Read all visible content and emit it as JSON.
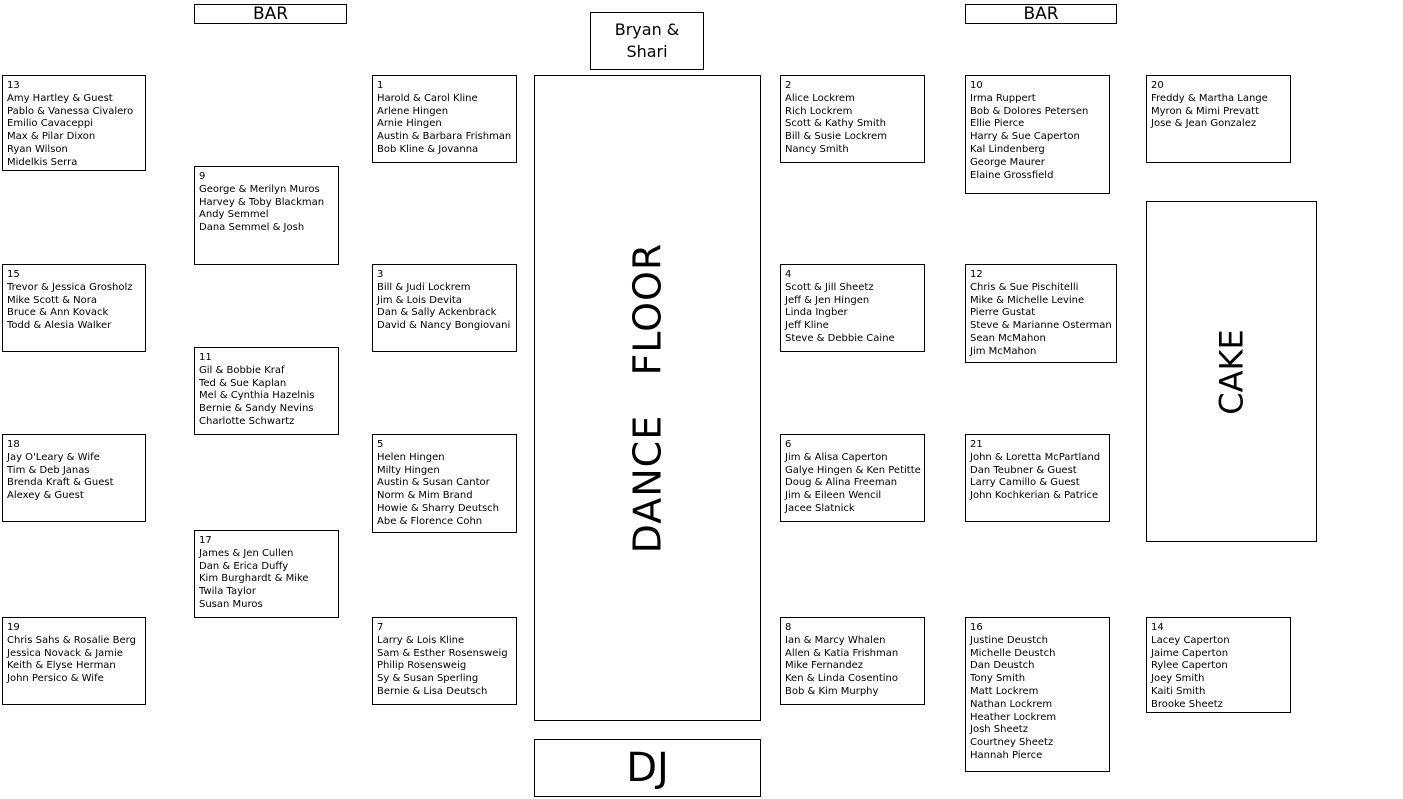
{
  "bars": {
    "left": "BAR",
    "right": "BAR"
  },
  "couple": {
    "line1": "Bryan &",
    "line2": "Shari"
  },
  "dance_floor": "DANCE   FLOOR",
  "dj": "DJ",
  "cake": "CAKE",
  "tables": {
    "t13": {
      "number": "13",
      "guests": [
        "Amy Hartley & Guest",
        "Pablo & Vanessa Civalero",
        "Emilio Cavaceppi",
        "Max & Pilar Dixon",
        "Ryan Wilson",
        "Midelkis Serra"
      ]
    },
    "t9": {
      "number": "9",
      "guests": [
        "George & Merilyn Muros",
        "Harvey & Toby Blackman",
        "Andy Semmel",
        "Dana Semmel & Josh"
      ]
    },
    "t1": {
      "number": "1",
      "guests": [
        "Harold & Carol Kline",
        "Arlene Hingen",
        "Arnie Hingen",
        "Austin & Barbara Frishman",
        "Bob Kline & Jovanna"
      ]
    },
    "t2": {
      "number": "2",
      "guests": [
        "Alice Lockrem",
        "Rich Lockrem",
        "Scott & Kathy Smith",
        "Bill & Susie Lockrem",
        "Nancy Smith"
      ]
    },
    "t10": {
      "number": "10",
      "guests": [
        "Irma Ruppert",
        "Bob & Dolores Petersen",
        "Ellie Pierce",
        "Harry & Sue Caperton",
        "Kal Lindenberg",
        "George Maurer",
        "Elaine Grossfield"
      ]
    },
    "t20": {
      "number": "20",
      "guests": [
        "Freddy & Martha Lange",
        "Myron & Mimi Prevatt",
        "Jose & Jean Gonzalez"
      ]
    },
    "t15": {
      "number": "15",
      "guests": [
        "Trevor & Jessica Grosholz",
        "Mike Scott & Nora",
        "Bruce & Ann Kovack",
        "Todd & Alesia Walker"
      ]
    },
    "t11": {
      "number": "11",
      "guests": [
        "Gil & Bobbie Kraf",
        "Ted & Sue Kaplan",
        "Mel & Cynthia Hazelnis",
        "Bernie & Sandy Nevins",
        "Charlotte Schwartz"
      ]
    },
    "t3": {
      "number": "3",
      "guests": [
        "Bill & Judi Lockrem",
        "Jim & Lois Devita",
        "Dan & Sally Ackenbrack",
        "David & Nancy Bongiovani"
      ]
    },
    "t4": {
      "number": "4",
      "guests": [
        "Scott & Jill Sheetz",
        "Jeff & Jen Hingen",
        "Linda Ingber",
        "Jeff Kline",
        "Steve & Debbie Caine"
      ]
    },
    "t12": {
      "number": "12",
      "guests": [
        "Chris & Sue Pischitelli",
        "Mike & Michelle Levine",
        "Pierre Gustat",
        "Steve & Marianne Osterman",
        "Sean McMahon",
        "Jim McMahon"
      ]
    },
    "t18": {
      "number": "18",
      "guests": [
        "Jay O'Leary & Wife",
        "Tim & Deb Janas",
        "Brenda Kraft & Guest",
        "Alexey & Guest"
      ]
    },
    "t17": {
      "number": "17",
      "guests": [
        "James & Jen Cullen",
        "Dan & Erica Duffy",
        "Kim Burghardt & Mike",
        "Twila Taylor",
        "Susan Muros"
      ]
    },
    "t5": {
      "number": "5",
      "guests": [
        "Helen Hingen",
        "Milty Hingen",
        "Austin & Susan Cantor",
        "Norm & Mim Brand",
        "Howie & Sharry Deutsch",
        "Abe & Florence Cohn"
      ]
    },
    "t6": {
      "number": "6",
      "guests": [
        "Jim & Alisa Caperton",
        "Galye Hingen & Ken Petitte",
        "Doug & Alina Freeman",
        "Jim & Eileen Wencil",
        "Jacee Slatnick"
      ]
    },
    "t21": {
      "number": "21",
      "guests": [
        "John & Loretta McPartland",
        "Dan Teubner & Guest",
        "Larry Camillo & Guest",
        "John Kochkerian & Patrice"
      ]
    },
    "t19": {
      "number": "19",
      "guests": [
        "Chris Sahs & Rosalie Berg",
        "Jessica Novack & Jamie",
        "Keith & Elyse Herman",
        "John Persico & Wife"
      ]
    },
    "t7": {
      "number": "7",
      "guests": [
        "Larry & Lois Kline",
        "Sam & Esther Rosensweig",
        "Philip Rosensweig",
        "Sy & Susan Sperling",
        "Bernie & Lisa Deutsch"
      ]
    },
    "t8": {
      "number": "8",
      "guests": [
        "Ian & Marcy Whalen",
        "Allen & Katia Frishman",
        "Mike Fernandez",
        "Ken & Linda Cosentino",
        "Bob & Kim Murphy"
      ]
    },
    "t16": {
      "number": "16",
      "guests": [
        "Justine Deustch",
        "Michelle Deustch",
        "Dan Deustch",
        "Tony Smith",
        "Matt Lockrem",
        "Nathan Lockrem",
        "Heather Lockrem",
        "Josh Sheetz",
        "Courtney Sheetz",
        "Hannah Pierce"
      ]
    },
    "t14": {
      "number": "14",
      "guests": [
        "Lacey Caperton",
        "Jaime Caperton",
        "Rylee Caperton",
        "Joey Smith",
        "Kaiti Smith",
        "Brooke Sheetz"
      ]
    }
  }
}
